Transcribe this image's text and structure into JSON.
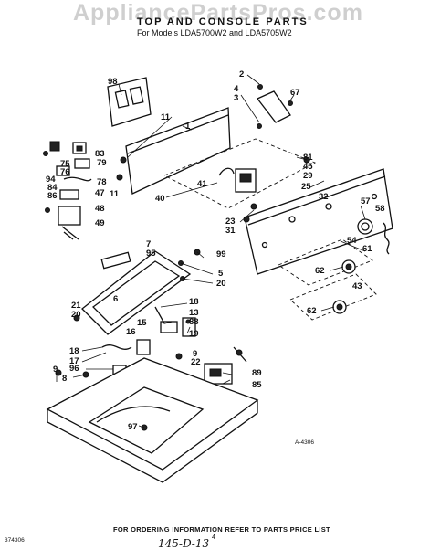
{
  "header": {
    "watermark": "AppliancePartsPros.com",
    "title": "TOP AND CONSOLE PARTS",
    "subtitle": "For Models LDA5700W2 and LDA5705W2"
  },
  "diagram": {
    "ref_code": "A-4306",
    "callouts": {
      "c98": "98",
      "c2": "2",
      "c4": "4",
      "c3": "3",
      "c67": "67",
      "c11a": "11",
      "c1": "1",
      "c83": "83",
      "c75": "75",
      "c79": "79",
      "c76": "76",
      "c94": "94",
      "c84": "84",
      "c78": "78",
      "c86": "86",
      "c47": "47",
      "c11b": "11",
      "c48": "48",
      "c49": "49",
      "c41": "41",
      "c40": "40",
      "c81": "81",
      "c45": "45",
      "c29": "29",
      "c25": "25",
      "c32": "32",
      "c57": "57",
      "c58": "58",
      "c23": "23",
      "c31": "31",
      "c54": "54",
      "c61": "61",
      "c62a": "62",
      "c43": "43",
      "c62b": "62",
      "c7": "7",
      "c95": "95",
      "c99": "99",
      "c5": "5",
      "c20a": "20",
      "c6": "6",
      "c21": "21",
      "c20b": "20",
      "c18a": "18",
      "c13": "13",
      "c15": "15",
      "c16": "16",
      "c88": "88",
      "c19": "19",
      "c18b": "18",
      "c17": "17",
      "c96": "96",
      "c9a": "9",
      "c8": "8",
      "c9b": "9",
      "c22": "22",
      "c89": "89",
      "c85": "85",
      "c97": "97"
    }
  },
  "footer": {
    "ordering_note": "FOR ORDERING INFORMATION REFER TO PARTS PRICE LIST",
    "doc_number": "374306",
    "page_number": "4",
    "handwritten": "145-D-13"
  }
}
